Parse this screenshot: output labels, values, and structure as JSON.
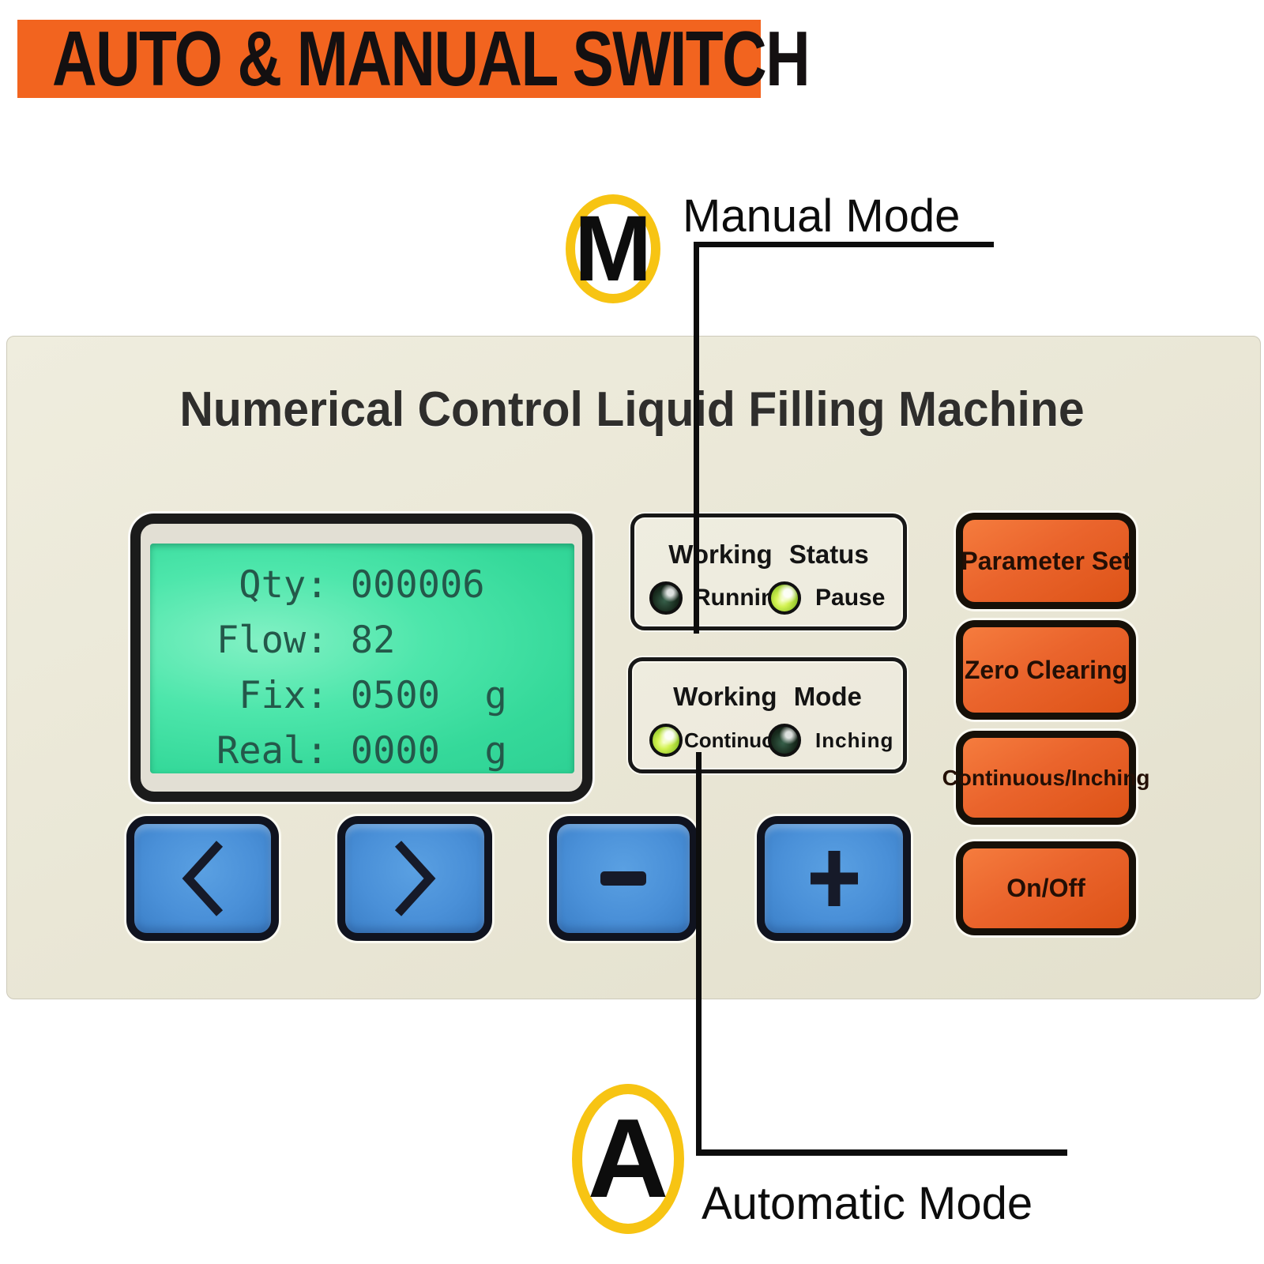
{
  "banner": {
    "title": "AUTO & MANUAL SWITCH",
    "bg_color": "#f2641f"
  },
  "annotations": {
    "manual": {
      "symbol": "M",
      "label": "Manual Mode"
    },
    "automatic": {
      "symbol": "A",
      "label": "Automatic Mode"
    },
    "circle_color": "#f7c413",
    "line_color": "#0d0d0d"
  },
  "panel": {
    "title": "Numerical Control Liquid Filling Machine",
    "bg_color": "#e9e6d5",
    "lcd": {
      "bg_color": "#3fe0a4",
      "text_color": "#24584a",
      "lines": [
        " Qty: 000006",
        "Flow: 82",
        " Fix: 0500  g",
        "Real: 0000  g"
      ]
    },
    "working_status": {
      "title": "Working Status",
      "leds": [
        {
          "label": "Running",
          "state": "off"
        },
        {
          "label": "Pause",
          "state": "on"
        }
      ]
    },
    "working_mode": {
      "title": "Working Mode",
      "leds": [
        {
          "label": "Continuous",
          "state": "on"
        },
        {
          "label": "Inching",
          "state": "off"
        }
      ]
    },
    "orange_buttons": [
      {
        "label": "Parameter Set"
      },
      {
        "label": "Zero Clearing"
      },
      {
        "label": "Continuous/Inching"
      },
      {
        "label": "On/Off"
      }
    ],
    "blue_buttons": [
      {
        "glyph": "<",
        "name": "previous"
      },
      {
        "glyph": ">",
        "name": "next"
      },
      {
        "glyph": "-",
        "name": "minus"
      },
      {
        "glyph": "+",
        "name": "plus"
      }
    ],
    "colors": {
      "orange_button": "#e8622a",
      "blue_button": "#4a90d8",
      "led_on": "#b5e033"
    }
  }
}
